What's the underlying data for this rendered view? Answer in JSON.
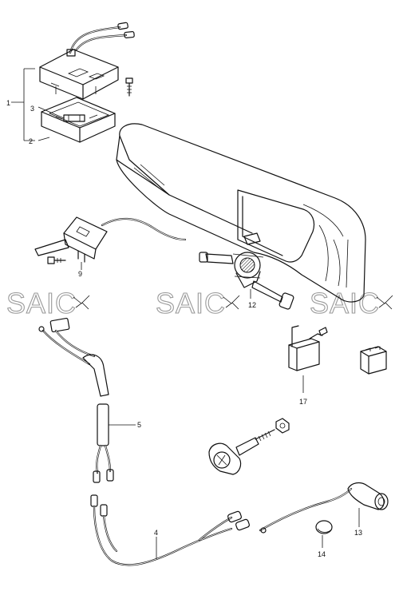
{
  "diagram": {
    "callouts": [
      {
        "id": "1",
        "text": "1"
      },
      {
        "id": "2",
        "text": "2"
      },
      {
        "id": "3",
        "text": "3"
      },
      {
        "id": "4",
        "text": "4"
      },
      {
        "id": "5",
        "text": "5"
      },
      {
        "id": "9",
        "text": "9"
      },
      {
        "id": "12",
        "text": "12"
      },
      {
        "id": "13",
        "text": "13"
      },
      {
        "id": "14",
        "text": "14"
      },
      {
        "id": "17",
        "text": "17"
      }
    ],
    "watermarks": [
      "SAIC",
      "SAIC",
      "SAIC"
    ]
  }
}
